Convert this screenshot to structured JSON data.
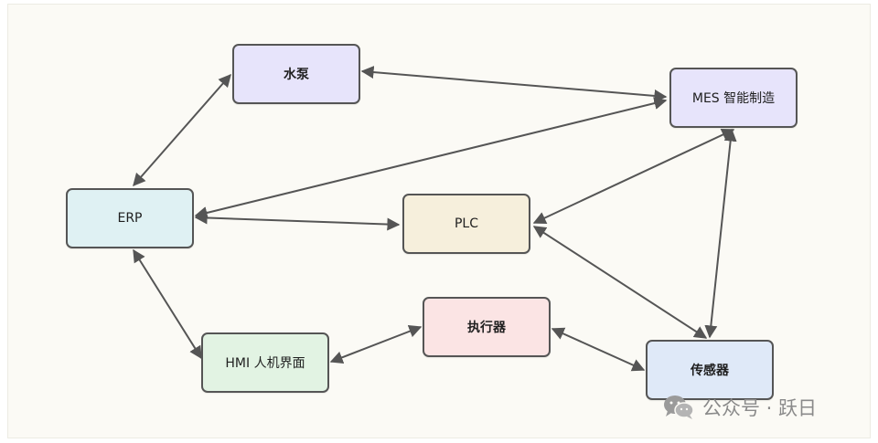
{
  "nodes": {
    "pump": "水泵",
    "mes": "MES 智能制造",
    "erp": "ERP",
    "plc": "PLC",
    "actuator": "执行器",
    "hmi": "HMI 人机界面",
    "sensor": "传感器"
  },
  "edges": [
    [
      "pump",
      "mes"
    ],
    [
      "pump",
      "erp"
    ],
    [
      "mes",
      "erp"
    ],
    [
      "erp",
      "plc"
    ],
    [
      "mes",
      "plc"
    ],
    [
      "mes",
      "sensor"
    ],
    [
      "plc",
      "sensor"
    ],
    [
      "erp",
      "hmi"
    ],
    [
      "hmi",
      "actuator"
    ],
    [
      "actuator",
      "sensor"
    ]
  ],
  "watermark": {
    "text": "公众号 · 跃日",
    "icon": "wechat-icon"
  },
  "colors": {
    "edge": "#555555",
    "pump_fill": "#e7e4fb",
    "mes_fill": "#e7e4fb",
    "erp_fill": "#dff1f3",
    "plc_fill": "#f6efdc",
    "actuator_fill": "#fbe4e4",
    "hmi_fill": "#e2f3e3",
    "sensor_fill": "#dfe9f8"
  }
}
